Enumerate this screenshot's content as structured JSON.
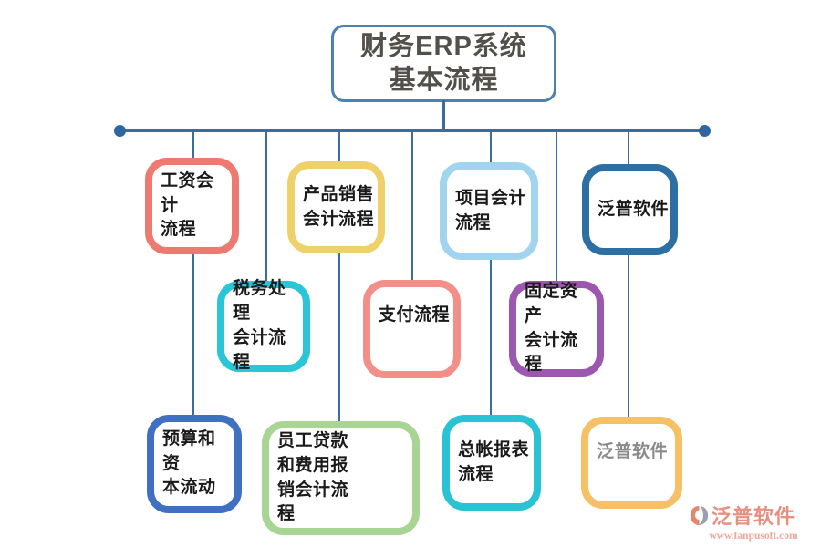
{
  "title": {
    "text": "财务ERP系统\n基本流程"
  },
  "nodes": {
    "gongzi": {
      "label": "工资会计\n流程",
      "color": "#EC7A70"
    },
    "chanpin": {
      "label": "产品销售\n会计流程",
      "color": "#EFD16B"
    },
    "xiangmu": {
      "label": "项目会计\n流程",
      "color": "#A0D4EF"
    },
    "fanpu1": {
      "label": "泛普软件",
      "color": "#2E6FA3"
    },
    "shuiwu": {
      "label": "税务处理\n会计流程",
      "color": "#2AC6D7"
    },
    "zhifu": {
      "label": "支付流程",
      "color": "#F28F88"
    },
    "guding": {
      "label": "固定资产\n会计流程",
      "color": "#9C58AE"
    },
    "yusuan": {
      "label": "预算和资\n本流动",
      "color": "#4070C2"
    },
    "yuangong": {
      "label": "员工贷款\n和费用报\n销会计流\n程",
      "color": "#A8D494"
    },
    "zongzhang": {
      "label": "总帐报表\n流程",
      "color": "#2AC3D4"
    },
    "fanpu2": {
      "label": "泛普软件",
      "color": "#F5C164"
    }
  },
  "watermark": {
    "name": "泛普软件",
    "url": "www.fanpusoft.com"
  },
  "colors": {
    "connector": "#3A6D9E",
    "endpoint_dot": "#2D67A1",
    "title_border": "#4E81AC",
    "title_text": "#53504B",
    "node_text": "#1A1A1A",
    "muted_node_text": "#8A8A8A",
    "watermark_text": "#E8907F",
    "watermark_url": "#EDA89A",
    "logo_salmon": "#E5876F",
    "logo_gray": "#97A1AF"
  }
}
